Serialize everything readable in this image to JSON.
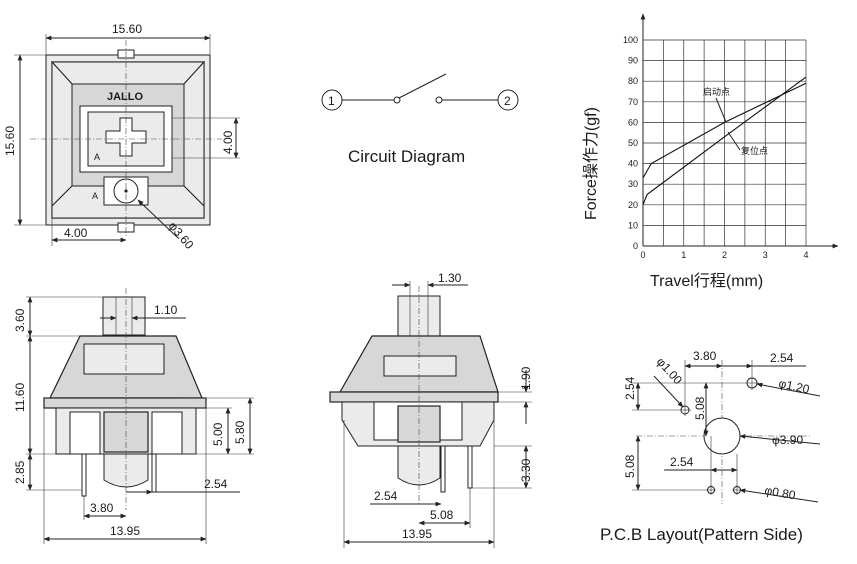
{
  "top_view": {
    "width": "15.60",
    "height": "15.60",
    "stem_size": "4.00",
    "offset": "4.00",
    "hole": "φ3.60",
    "brand": "JALLO",
    "marker_a1": "A",
    "marker_a2": "A"
  },
  "circuit": {
    "title": "Circuit Diagram",
    "terminal_1": "1",
    "terminal_2": "2"
  },
  "chart_data": {
    "type": "line",
    "ylabel": "Force操作力(gf)",
    "xlabel": "Travel行程(mm)",
    "xlim": [
      0,
      4
    ],
    "ylim": [
      0,
      100
    ],
    "xticks": [
      "0",
      "1",
      "2",
      "3",
      "4"
    ],
    "yticks": [
      "0",
      "10",
      "20",
      "30",
      "40",
      "50",
      "60",
      "70",
      "80",
      "90",
      "100"
    ],
    "grid": true,
    "series": [
      {
        "x": [
          0,
          0.1,
          2,
          4
        ],
        "y": [
          20,
          25,
          53,
          82
        ]
      },
      {
        "x": [
          0,
          0.2,
          2,
          4
        ],
        "y": [
          33,
          40,
          60,
          79
        ]
      }
    ],
    "annotations": [
      {
        "text": "启动点",
        "x": 2,
        "y": 60
      },
      {
        "text": "复位点",
        "x": 2,
        "y": 53
      }
    ]
  },
  "front_view": {
    "stem_height": "3.60",
    "stem_width": "1.10",
    "body_height": "11.60",
    "pin_height": "2.85",
    "dim_5_00": "5.00",
    "dim_5_80": "5.80",
    "pin_offset": "2.54",
    "pin_spacing": "3.80",
    "width": "13.95"
  },
  "side_view": {
    "stem_width": "1.30",
    "clip_height": "1.90",
    "pin_height": "3.30",
    "pin_offset": "2.54",
    "pin_spacing": "5.08",
    "width": "13.95"
  },
  "pcb": {
    "title": "P.C.B Layout(Pattern Side)",
    "d_3_80": "3.80",
    "d_2_54_top": "2.54",
    "d_2_54_left": "2.54",
    "d_5_08_inner": "5.08",
    "d_5_08_left": "5.08",
    "d_2_54_bottom": "2.54",
    "hole_1_00": "φ1.00",
    "hole_1_20": "φ1.20",
    "hole_3_90": "φ3.90",
    "hole_0_80": "φ0.80"
  }
}
